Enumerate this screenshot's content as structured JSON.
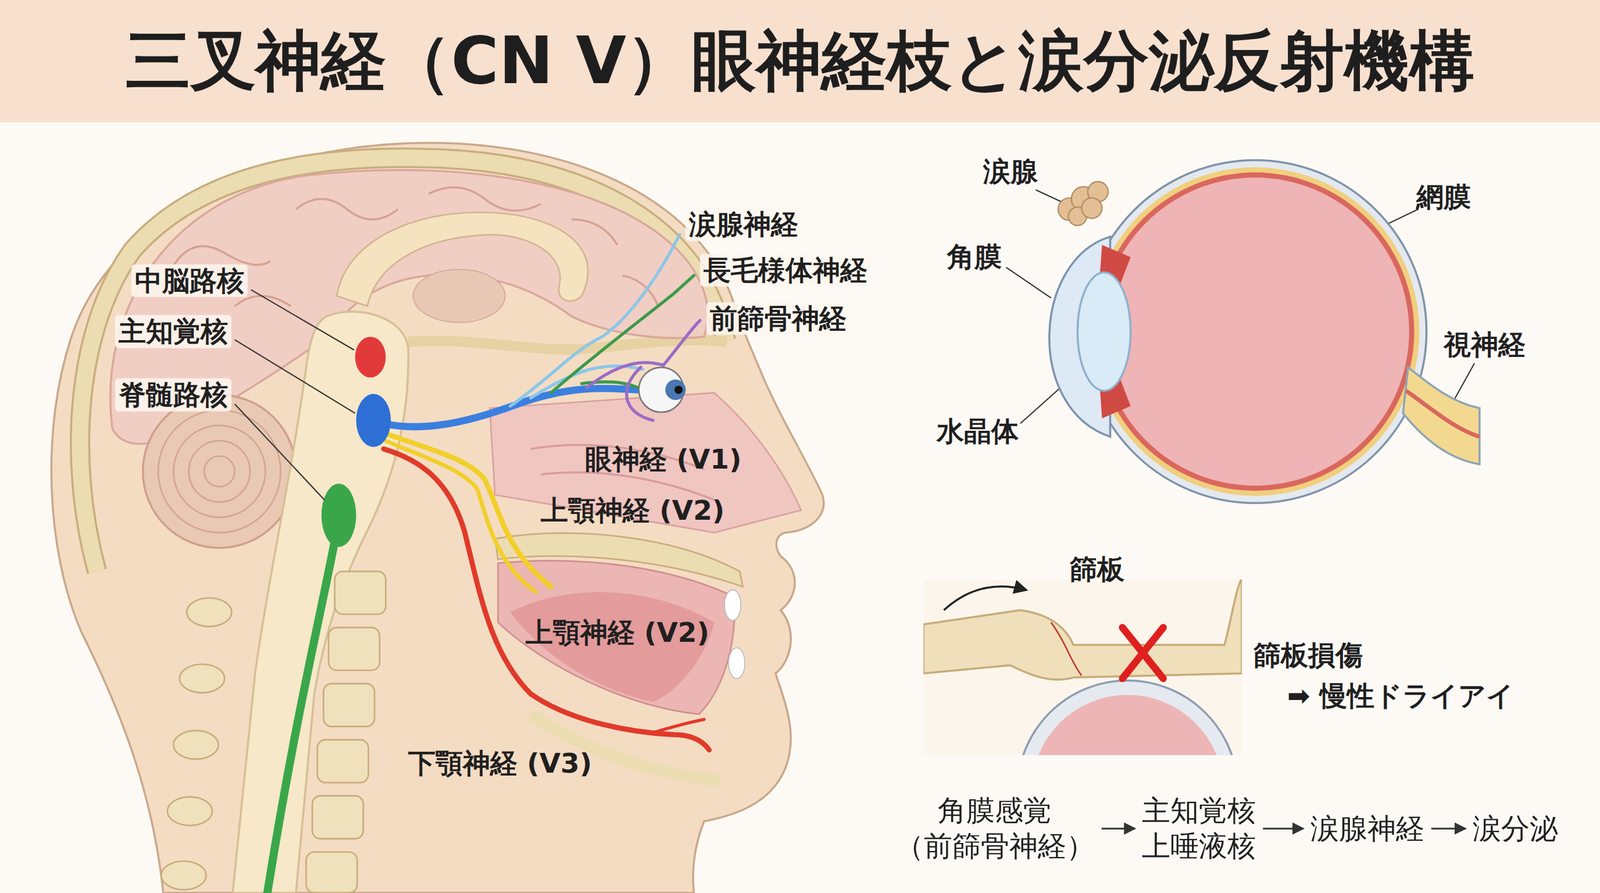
{
  "diagram": {
    "title": "三叉神経（CN V）眼神経枝と涙分泌反射機構",
    "nodes": [
      {
        "text": [
          "角膜感覚",
          "（前篩骨神経）"
        ]
      },
      {
        "text": [
          "主知覚核",
          "上唾液核"
        ]
      },
      {
        "text": [
          "涙腺神経"
        ]
      },
      {
        "text": [
          "涙分泌"
        ]
      }
    ],
    "edges": [
      {
        "from": 0,
        "to": 1,
        "arrow": "to"
      },
      {
        "from": 1,
        "to": 2,
        "arrow": "to"
      },
      {
        "from": 2,
        "to": 3,
        "arrow": "to"
      }
    ],
    "labels": [
      "中脳路核",
      "主知覚核",
      "脊髄路核",
      "涙腺神経",
      "長毛様体神経",
      "前篩骨神経",
      "眼神経 (V1)",
      "上顎神経 (V2)",
      "上顎神経 (V2)",
      "下顎神経 (V3)",
      "涙腺",
      "網膜",
      "角膜",
      "視神経",
      "水晶体",
      "篩板",
      "篩板損傷",
      "➡ 慢性ドライアイ"
    ]
  }
}
